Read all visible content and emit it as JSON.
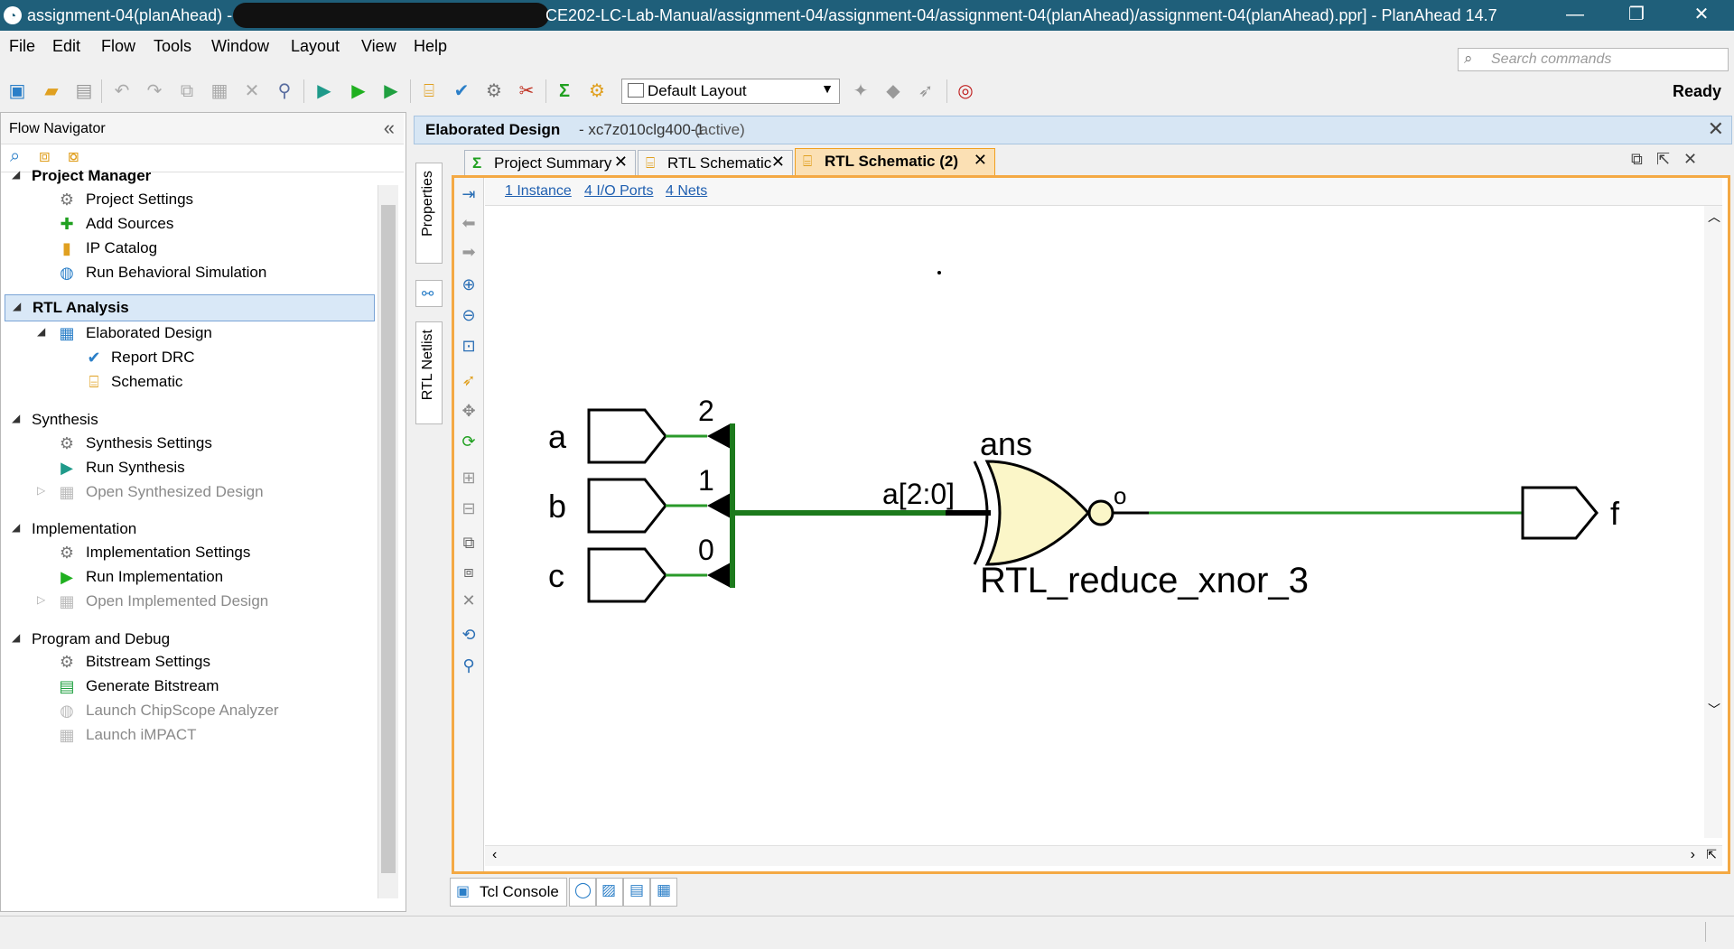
{
  "window": {
    "title_left": "assignment-04(planAhead) - [",
    "title_right": "CE202-LC-Lab-Manual/assignment-04/assignment-04/assignment-04(planAhead)/assignment-04(planAhead).ppr] - PlanAhead 14.7",
    "minimize": "—",
    "restore": "❐",
    "close": "✕"
  },
  "menu": {
    "items": [
      "File",
      "Edit",
      "Flow",
      "Tools",
      "Window",
      "Layout",
      "View",
      "Help"
    ],
    "search_placeholder": "Search commands"
  },
  "toolbar": {
    "layout_value": "Default Layout",
    "status": "Ready"
  },
  "flow_navigator": {
    "title": "Flow Navigator",
    "collapse": "«",
    "sections": [
      {
        "label": "Project Manager",
        "items": [
          "Project Settings",
          "Add Sources",
          "IP Catalog",
          "Run Behavioral Simulation"
        ]
      },
      {
        "label": "RTL Analysis",
        "items": [
          "Elaborated Design",
          "Report DRC",
          "Schematic"
        ]
      },
      {
        "label": "Synthesis",
        "items": [
          "Synthesis Settings",
          "Run Synthesis",
          "Open Synthesized Design"
        ]
      },
      {
        "label": "Implementation",
        "items": [
          "Implementation Settings",
          "Run Implementation",
          "Open Implemented Design"
        ]
      },
      {
        "label": "Program and Debug",
        "items": [
          "Bitstream Settings",
          "Generate Bitstream",
          "Launch ChipScope Analyzer",
          "Launch iMPACT"
        ]
      }
    ]
  },
  "elaborated": {
    "title": "Elaborated Design",
    "part": "- xc7z010clg400-1",
    "state": "(active)"
  },
  "side_tabs": [
    "Properties",
    "RTL Netlist"
  ],
  "doc_tabs": [
    "Project Summary",
    "RTL Schematic",
    "RTL Schematic (2)"
  ],
  "schematic": {
    "links": [
      "1 Instance",
      "4 I/O Ports",
      "4 Nets"
    ],
    "inputs": [
      "a",
      "b",
      "c"
    ],
    "bus_indices": [
      "2",
      "1",
      "0"
    ],
    "bus_label": "a[2:0]",
    "gate_name": "ans",
    "gate_type": "RTL_reduce_xnor_3",
    "gate_output": "o",
    "output": "f"
  },
  "bottom_tabs": [
    "Tcl Console"
  ],
  "colors": {
    "titlebar": "#1f5f7a",
    "wire": "#2a9a2a",
    "bus": "#1c7a1c",
    "gate_fill": "#fbf6c8",
    "active_tab": "#fbe0b4"
  }
}
